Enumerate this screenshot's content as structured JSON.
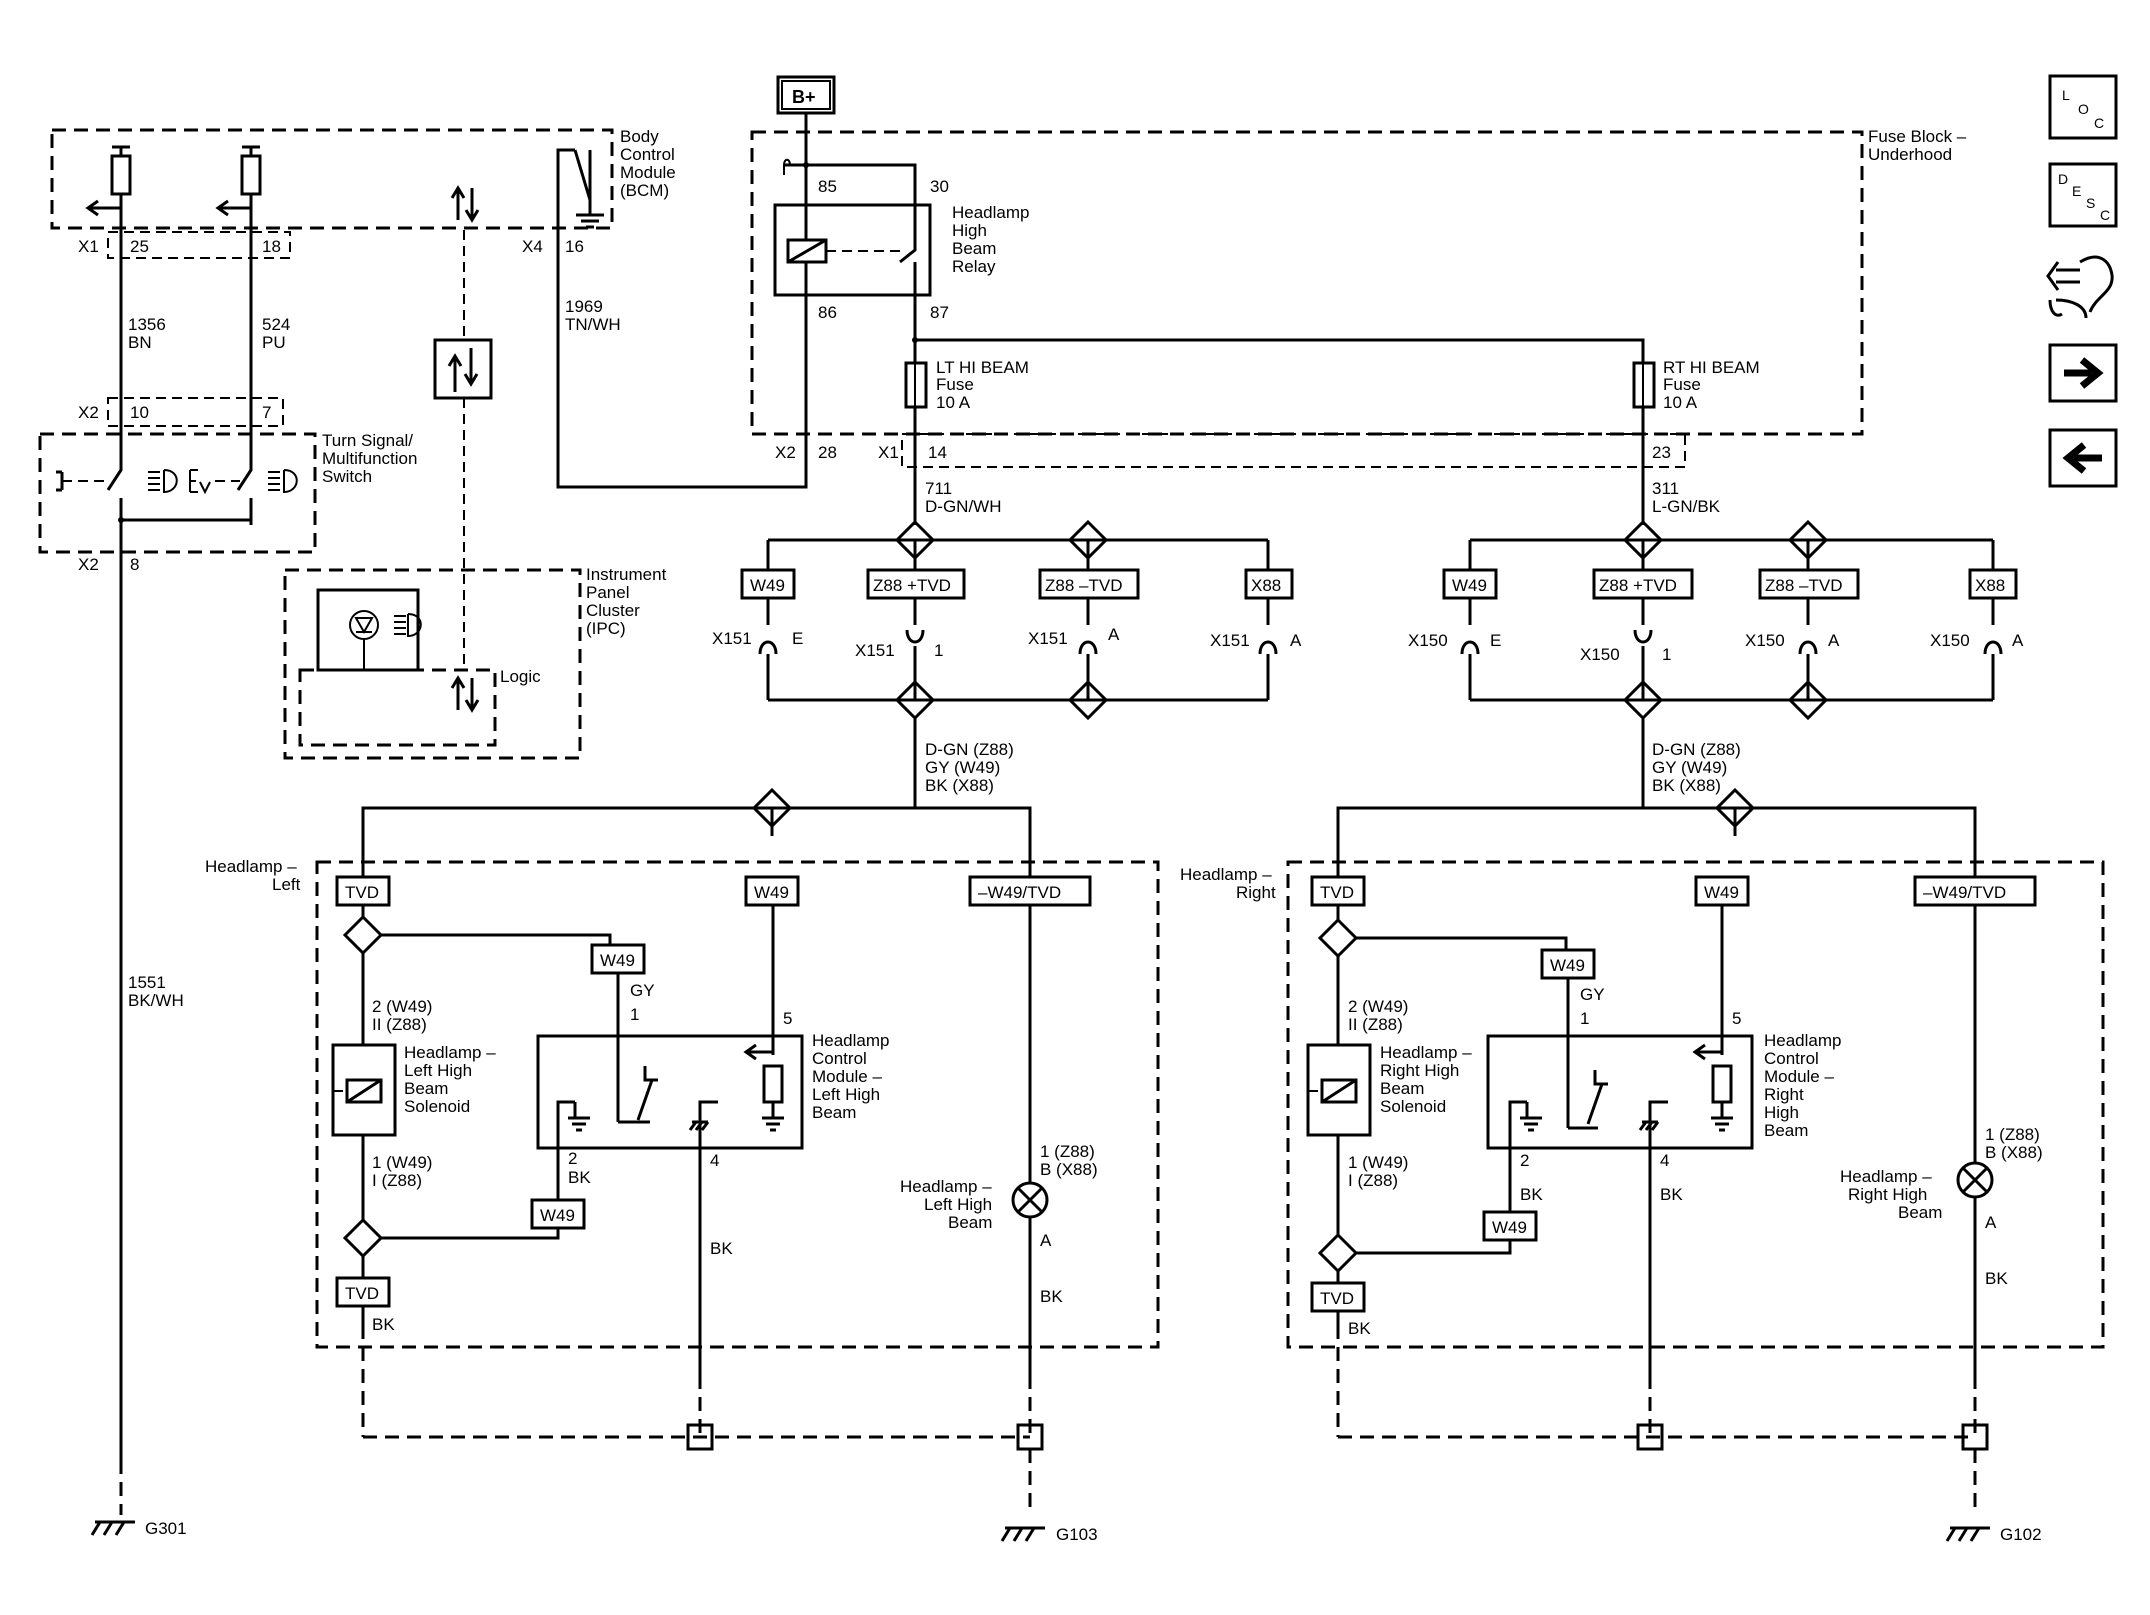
{
  "power": {
    "bplus": "B+"
  },
  "modules": {
    "bcm": [
      "Body",
      "Control",
      "Module",
      "(BCM)"
    ],
    "fuse_block": [
      "Fuse Block –",
      "Underhood"
    ],
    "relay": [
      "Headlamp",
      "High",
      "Beam",
      "Relay"
    ],
    "turn_switch": [
      "Turn Signal/",
      "Multifunction",
      "Switch"
    ],
    "ipc": [
      "Instrument",
      "Panel",
      "Cluster",
      "(IPC)"
    ],
    "logic": "Logic",
    "headlamp_left": [
      "Headlamp –",
      "Left"
    ],
    "headlamp_right": [
      "Headlamp –",
      "Right"
    ],
    "hcm_left": [
      "Headlamp",
      "Control",
      "Module –",
      "Left High",
      "Beam"
    ],
    "hcm_right": [
      "Headlamp",
      "Control",
      "Module –",
      "Right",
      "High",
      "Beam"
    ],
    "solenoid_left": [
      "Headlamp –",
      "Left High",
      "Beam",
      "Solenoid"
    ],
    "solenoid_right": [
      "Headlamp –",
      "Right High",
      "Beam",
      "Solenoid"
    ],
    "lamp_left": [
      "Headlamp –",
      "Left High",
      "Beam"
    ],
    "lamp_right": [
      "Headlamp –",
      "Right High",
      "Beam"
    ]
  },
  "fuses": {
    "lt": [
      "LT HI BEAM",
      "Fuse",
      "10 A"
    ],
    "rt": [
      "RT HI BEAM",
      "Fuse",
      "10 A"
    ]
  },
  "relay_pins": {
    "p85": "85",
    "p30": "30",
    "p86": "86",
    "p87": "87"
  },
  "connectors": {
    "x1": "X1",
    "x2": "X2",
    "x4": "X4",
    "x151": "X151",
    "x150": "X150",
    "p25": "25",
    "p18": "18",
    "p16": "16",
    "p10": "10",
    "p7": "7",
    "p8": "8",
    "p28": "28",
    "p14": "14",
    "p23": "23",
    "pE": "E",
    "p1": "1",
    "pA": "A"
  },
  "wires": {
    "w1356": [
      "1356",
      "BN"
    ],
    "w524": [
      "524",
      "PU"
    ],
    "w1969": [
      "1969",
      "TN/WH"
    ],
    "w711": [
      "711",
      "D-GN/WH"
    ],
    "w311": [
      "311",
      "L-GN/BK"
    ],
    "w1551": [
      "1551",
      "BK/WH"
    ],
    "variant": [
      "D-GN (Z88)",
      "GY (W49)",
      "BK (X88)"
    ],
    "bk": "BK",
    "gy": "GY"
  },
  "options": {
    "w49": "W49",
    "z88p": "Z88 +TVD",
    "z88m": "Z88 –TVD",
    "x88": "X88",
    "tvd": "TVD",
    "nw49": "–W49/TVD"
  },
  "pins": {
    "sol_top": [
      "2 (W49)",
      "II (Z88)"
    ],
    "sol_bot": [
      "1 (W49)",
      "I (Z88)"
    ],
    "lamp_pins": [
      "1 (Z88)",
      "B (X88)"
    ],
    "n1": "1",
    "n2": "2",
    "n4": "4",
    "n5": "5",
    "nA": "A"
  },
  "grounds": {
    "g301": "G301",
    "g103": "G103",
    "g102": "G102"
  },
  "nav": {
    "loc": [
      "L",
      "O",
      "C"
    ],
    "desc": [
      "D",
      "E",
      "S",
      "C"
    ]
  }
}
